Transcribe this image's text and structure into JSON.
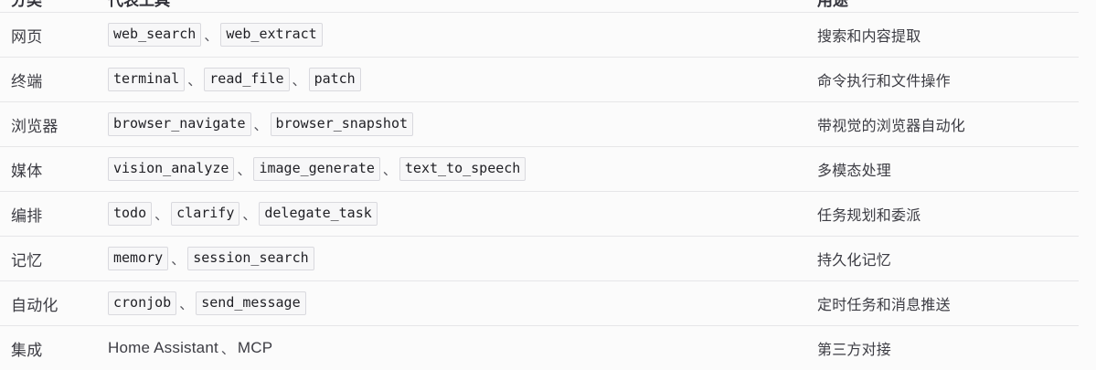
{
  "table": {
    "columns": [
      {
        "key": "category",
        "label": "分类"
      },
      {
        "key": "tools",
        "label": "代表工具"
      },
      {
        "key": "description",
        "label": "用途"
      }
    ],
    "separator": "、",
    "rows": [
      {
        "category": "网页",
        "tools": [
          "web_search",
          "web_extract"
        ],
        "tools_style": "code",
        "description": "搜索和内容提取"
      },
      {
        "category": "终端",
        "tools": [
          "terminal",
          "read_file",
          "patch"
        ],
        "tools_style": "code",
        "description": "命令执行和文件操作"
      },
      {
        "category": "浏览器",
        "tools": [
          "browser_navigate",
          "browser_snapshot"
        ],
        "tools_style": "code",
        "description": "带视觉的浏览器自动化"
      },
      {
        "category": "媒体",
        "tools": [
          "vision_analyze",
          "image_generate",
          "text_to_speech"
        ],
        "tools_style": "code",
        "description": "多模态处理"
      },
      {
        "category": "编排",
        "tools": [
          "todo",
          "clarify",
          "delegate_task"
        ],
        "tools_style": "code",
        "description": "任务规划和委派"
      },
      {
        "category": "记忆",
        "tools": [
          "memory",
          "session_search"
        ],
        "tools_style": "code",
        "description": "持久化记忆"
      },
      {
        "category": "自动化",
        "tools": [
          "cronjob",
          "send_message"
        ],
        "tools_style": "code",
        "description": "定时任务和消息推送"
      },
      {
        "category": "集成",
        "tools": [
          "Home Assistant",
          "MCP"
        ],
        "tools_style": "plain",
        "description": "第三方对接"
      }
    ]
  },
  "colors": {
    "page_background": "#fbfbfb",
    "divider": "#e6e6e8",
    "text": "#3c3c43",
    "code_background": "#f7f7f8",
    "code_border": "#d9d9de",
    "code_text": "#1f1f24"
  }
}
